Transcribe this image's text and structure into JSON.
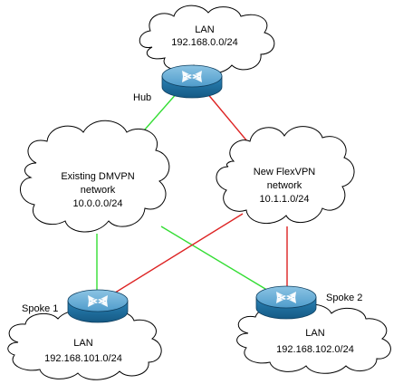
{
  "colors": {
    "dmvpn_link": "#33dd33",
    "flexvpn_link": "#dd2222",
    "router_top": "#6fb0d6",
    "router_side": "#1f6f9e",
    "router_band": "#2d86bb"
  },
  "clouds": {
    "hub_lan": {
      "line1": "LAN",
      "line2": "192.168.0.0/24"
    },
    "dmvpn": {
      "line1": "Existing DMVPN",
      "line2": "network",
      "line3": "10.0.0.0/24"
    },
    "flexvpn": {
      "line1": "New FlexVPN",
      "line2": "network",
      "line3": "10.1.1.0/24"
    },
    "spoke1_lan": {
      "line1": "LAN",
      "line2": "192.168.101.0/24"
    },
    "spoke2_lan": {
      "line1": "LAN",
      "line2": "192.168.102.0/24"
    }
  },
  "routers": {
    "hub": {
      "label": "Hub",
      "icon": "router-icon"
    },
    "spoke1": {
      "label": "Spoke 1",
      "icon": "router-icon"
    },
    "spoke2": {
      "label": "Spoke 2",
      "icon": "router-icon"
    }
  }
}
